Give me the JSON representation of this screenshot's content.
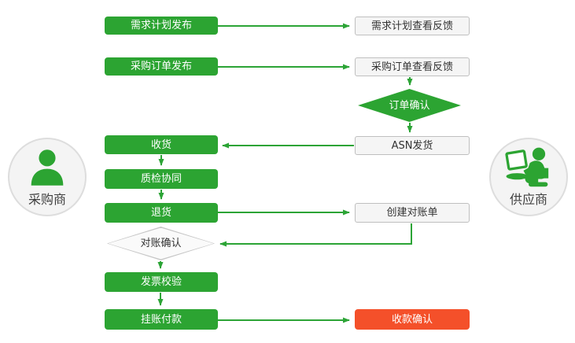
{
  "palette": {
    "node_green": "#2ca432",
    "line_green": "#2ca436",
    "node_red": "#f4502a",
    "white_box_bg": "#f5f5f5",
    "white_box_border": "#bfbfbf",
    "actor_circle_bg": "#f4f4f4",
    "text_dark": "#333333"
  },
  "actors": {
    "buyer": {
      "label": "采购商",
      "icon": "person-bust-icon"
    },
    "supplier": {
      "label": "供应商",
      "icon": "person-laptop-icon"
    }
  },
  "nodes": {
    "demand_publish": {
      "label": "需求计划发布",
      "style": "green"
    },
    "demand_feedback": {
      "label": "需求计划查看反馈",
      "style": "white"
    },
    "po_publish": {
      "label": "采购订单发布",
      "style": "green"
    },
    "po_feedback": {
      "label": "采购订单查看反馈",
      "style": "white"
    },
    "order_confirm": {
      "label": "订单确认",
      "style": "green-diamond"
    },
    "asn_ship": {
      "label": "ASN发货",
      "style": "white"
    },
    "receive": {
      "label": "收货",
      "style": "green"
    },
    "quality": {
      "label": "质检协同",
      "style": "green"
    },
    "return_goods": {
      "label": "退货",
      "style": "green"
    },
    "create_statement": {
      "label": "创建对账单",
      "style": "white"
    },
    "statement_confirm": {
      "label": "对账确认",
      "style": "white-diamond"
    },
    "invoice_check": {
      "label": "发票校验",
      "style": "green"
    },
    "payment": {
      "label": "挂账付款",
      "style": "green"
    },
    "receipt_confirm": {
      "label": "收款确认",
      "style": "red"
    }
  }
}
